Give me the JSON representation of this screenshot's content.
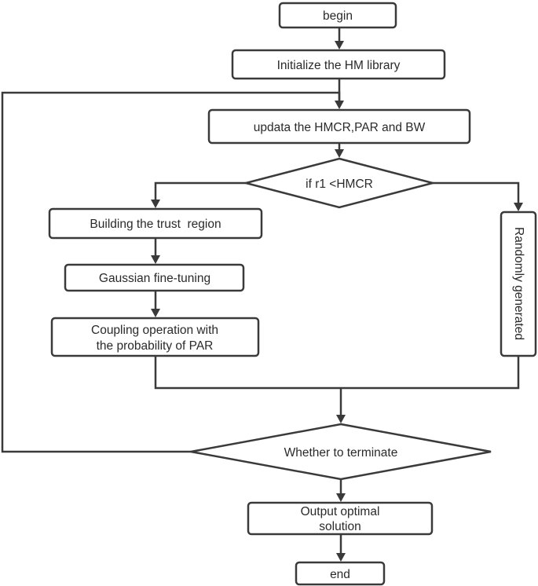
{
  "nodes": {
    "begin": "begin",
    "init": "Initialize the HM library",
    "update": "updata the HMCR,PAR and BW",
    "decision": "if r1 <HMCR",
    "trust": "Building the trust  region",
    "gauss": "Gaussian fine-tuning",
    "coupling_line1": "Coupling operation with",
    "coupling_line2": "the probability of PAR",
    "random": "Randomly generated",
    "terminate": "Whether to terminate",
    "output_line1": "Output optimal",
    "output_line2": "solution",
    "end": "end"
  },
  "colors": {
    "stroke": "#3a3a3a",
    "text": "#2a2a2a",
    "fill": "#ffffff"
  }
}
